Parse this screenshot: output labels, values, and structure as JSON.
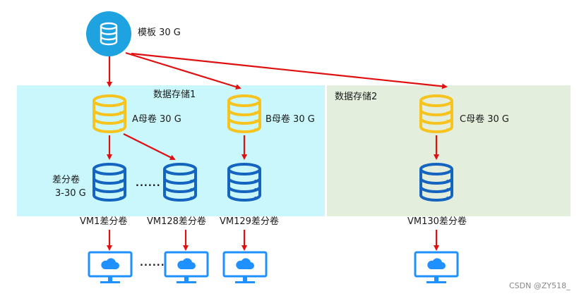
{
  "template": {
    "label": "模板 30 G"
  },
  "storage1": {
    "title": "数据存储1",
    "parent_a": "A母卷 30 G",
    "parent_b": "B母卷 30 G",
    "diff_label_line1": "差分卷",
    "diff_label_line2": "3-30 G",
    "ellipsis_disks": "......",
    "vm1": "VM1差分卷",
    "vm128": "VM128差分卷",
    "vm129": "VM129差分卷"
  },
  "storage2": {
    "title": "数据存储2",
    "parent_c": "C母卷 30 G",
    "vm130": "VM130差分卷"
  },
  "ellipsis_monitors": "......",
  "watermark": "CSDN @ZY518_",
  "colors": {
    "storage1_bg": "#c9f7fb",
    "storage2_bg": "#e3efdc",
    "parent_disk": "#f7c31f",
    "diff_disk": "#1565c0",
    "template_icon": "#1ea3e0",
    "arrow": "#e01010",
    "monitor": "#1e90ff"
  },
  "icons": {
    "template": "database-circle-icon",
    "parent": "database-yellow-icon",
    "diff": "database-blue-icon",
    "vm": "monitor-cloud-icon"
  }
}
